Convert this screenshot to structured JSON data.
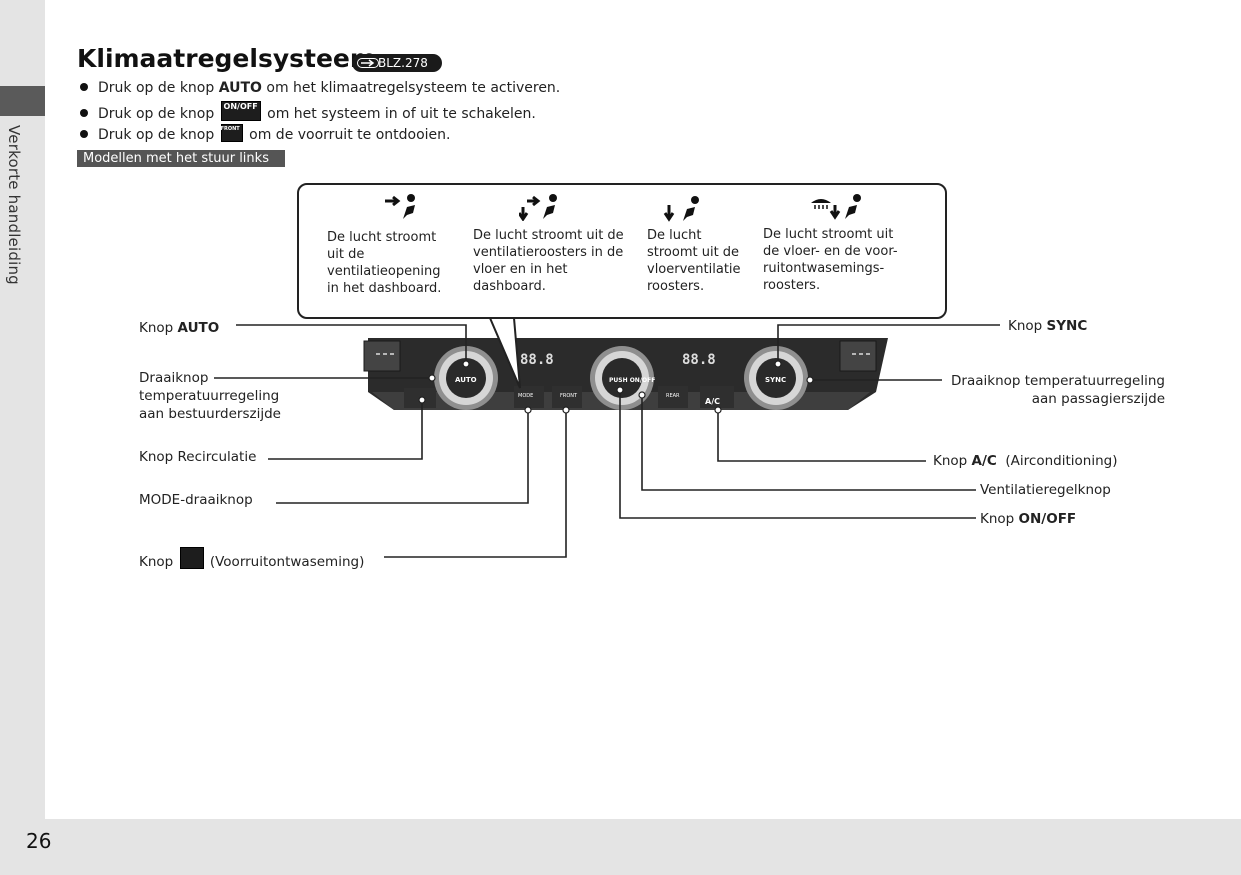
{
  "sidebar": {
    "section_label": "Verkorte handleiding"
  },
  "page": {
    "number": "26"
  },
  "header": {
    "title": "Klimaatregelsysteem",
    "reference": "BLZ.278"
  },
  "bullets": [
    {
      "before": "Druk op de knop ",
      "bold": "AUTO",
      "after": " om het klimaatregelsysteem te activeren."
    },
    {
      "before": "Druk op de knop ",
      "icon": "on-off-button-icon",
      "icon_text": "ON/OFF",
      "after": " om het systeem in of uit te schakelen."
    },
    {
      "before": "Druk op de knop ",
      "icon": "front-defrost-button-icon",
      "icon_text": "FRONT",
      "after": " om de voorruit te ontdooien."
    }
  ],
  "model_banner": "Modellen met het stuur links",
  "modes": [
    {
      "icon": "dashboard-vent-mode-icon",
      "text": [
        "De lucht stroomt",
        "uit de",
        "ventilatieopening",
        "in het dashboard."
      ]
    },
    {
      "icon": "floor-and-dashboard-mode-icon",
      "text": [
        "De lucht stroomt uit de",
        "ventilatieroosters in de",
        "vloer en in het",
        "dashboard."
      ]
    },
    {
      "icon": "floor-mode-icon",
      "text": [
        "De lucht",
        "stroomt uit de",
        "vloerventilatie",
        "roosters."
      ]
    },
    {
      "icon": "floor-and-defrost-mode-icon",
      "text": [
        "De lucht stroomt uit",
        "de vloer- en de voor-",
        "ruitontwasemings-",
        "roosters."
      ]
    }
  ],
  "panel": {
    "auto_knob": "AUTO",
    "sync_knob": "SYNC",
    "center_knob": "PUSH ON/OFF",
    "ac_button": "A/C",
    "front_button": "FRONT",
    "rear_button": "REAR",
    "mode_button": "MODE"
  },
  "labels": {
    "auto": {
      "prefix": "Knop ",
      "bold": "AUTO"
    },
    "driver_temp": [
      "Draaiknop",
      "temperatuurregeling",
      "aan bestuurderszijde"
    ],
    "recirc": "Knop Recirculatie",
    "mode_dial": "MODE-draaiknop",
    "defrost": {
      "prefix": "Knop",
      "suffix": "(Voorruitontwaseming)"
    },
    "sync": {
      "prefix": "Knop ",
      "bold": "SYNC"
    },
    "passenger_temp": [
      "Draaiknop temperatuurregeling",
      "aan passagierszijde"
    ],
    "ac": {
      "prefix": "Knop ",
      "bold": "A/C",
      "suffix": "  (Airconditioning)"
    },
    "fan": "Ventilatieregelknop",
    "onoff": {
      "prefix": "Knop ",
      "bold": "ON/OFF"
    }
  },
  "colors": {
    "panel_dark": "#2b2b2b",
    "knob_silver": "#cfcfcf",
    "strip_gray": "#e4e4e4",
    "tab_gray": "#5a5a5a"
  }
}
